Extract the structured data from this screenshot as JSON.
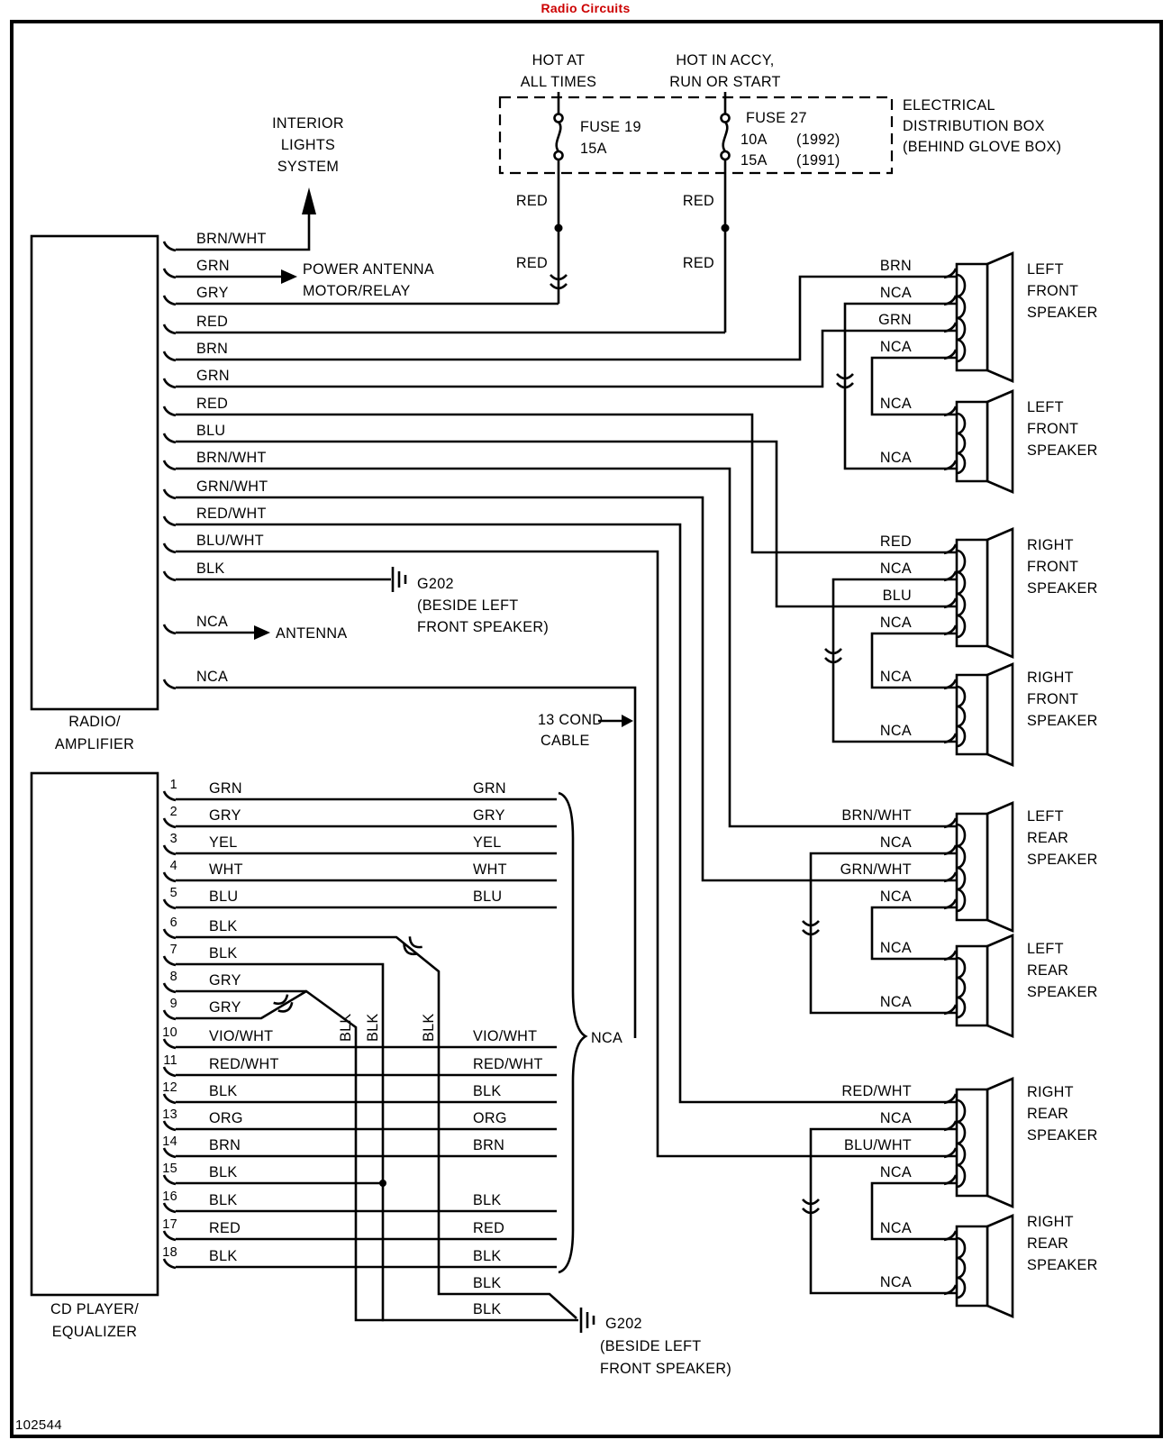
{
  "title": "Radio Circuits",
  "footer_code": "102544",
  "colors": {
    "title_red": "#cc0000",
    "line": "#000000",
    "background": "#ffffff"
  },
  "power": {
    "hot_left": [
      "HOT AT",
      "ALL TIMES"
    ],
    "hot_right": [
      "HOT IN ACCY,",
      "RUN OR START"
    ],
    "fuse_left": {
      "name": "FUSE 19",
      "rating": "15A"
    },
    "fuse_right": {
      "name": "FUSE 27",
      "rating1": "10A",
      "year1": "(1992)",
      "rating2": "15A",
      "year2": "(1991)"
    },
    "dist_box": [
      "ELECTRICAL",
      "DISTRIBUTION BOX",
      "(BEHIND GLOVE BOX)"
    ],
    "red_labels": [
      "RED",
      "RED",
      "RED",
      "RED"
    ]
  },
  "interior_lights": [
    "INTERIOR",
    "LIGHTS",
    "SYSTEM"
  ],
  "power_antenna": [
    "POWER ANTENNA",
    "MOTOR/RELAY"
  ],
  "antenna_label": "ANTENNA",
  "radio": {
    "label": [
      "RADIO/",
      "AMPLIFIER"
    ],
    "wires": [
      "BRN/WHT",
      "GRN",
      "GRY",
      "RED",
      "BRN",
      "GRN",
      "RED",
      "BLU",
      "BRN/WHT",
      "GRN/WHT",
      "RED/WHT",
      "BLU/WHT",
      "BLK",
      "NCA",
      "NCA"
    ]
  },
  "ground_top": {
    "name": "G202",
    "location": [
      "(BESIDE LEFT",
      "FRONT SPEAKER)"
    ]
  },
  "ground_bottom": {
    "name": "G202",
    "location": [
      "(BESIDE LEFT",
      "FRONT SPEAKER)"
    ]
  },
  "cable": {
    "label": [
      "13 COND",
      "CABLE"
    ],
    "nca": "NCA"
  },
  "cd": {
    "label": [
      "CD PLAYER/",
      "EQUALIZER"
    ],
    "pins": [
      {
        "n": "1",
        "l": "GRN",
        "r": "GRN"
      },
      {
        "n": "2",
        "l": "GRY",
        "r": "GRY"
      },
      {
        "n": "3",
        "l": "YEL",
        "r": "YEL"
      },
      {
        "n": "4",
        "l": "WHT",
        "r": "WHT"
      },
      {
        "n": "5",
        "l": "BLU",
        "r": "BLU"
      },
      {
        "n": "6",
        "l": "BLK"
      },
      {
        "n": "7",
        "l": "BLK"
      },
      {
        "n": "8",
        "l": "GRY"
      },
      {
        "n": "9",
        "l": "GRY"
      },
      {
        "n": "10",
        "l": "VIO/WHT",
        "r": "VIO/WHT"
      },
      {
        "n": "11",
        "l": "RED/WHT",
        "r": "RED/WHT"
      },
      {
        "n": "12",
        "l": "BLK",
        "r": "BLK"
      },
      {
        "n": "13",
        "l": "ORG",
        "r": "ORG"
      },
      {
        "n": "14",
        "l": "BRN",
        "r": "BRN"
      },
      {
        "n": "15",
        "l": "BLK"
      },
      {
        "n": "16",
        "l": "BLK",
        "r": "BLK"
      },
      {
        "n": "17",
        "l": "RED",
        "r": "RED"
      },
      {
        "n": "18",
        "l": "BLK",
        "r": "BLK"
      }
    ],
    "extra": [
      "BLK",
      "BLK"
    ],
    "shields": [
      "BLK",
      "BLK",
      "BLK"
    ]
  },
  "speakers": [
    {
      "lines": [
        "LEFT",
        "FRONT",
        "SPEAKER"
      ],
      "wires": [
        "BRN",
        "NCA",
        "GRN",
        "NCA"
      ]
    },
    {
      "lines": [
        "LEFT",
        "FRONT",
        "SPEAKER"
      ],
      "wires": [
        "NCA",
        "NCA"
      ]
    },
    {
      "lines": [
        "RIGHT",
        "FRONT",
        "SPEAKER"
      ],
      "wires": [
        "RED",
        "NCA",
        "BLU",
        "NCA"
      ]
    },
    {
      "lines": [
        "RIGHT",
        "FRONT",
        "SPEAKER"
      ],
      "wires": [
        "NCA",
        "NCA"
      ]
    },
    {
      "lines": [
        "LEFT",
        "REAR",
        "SPEAKER"
      ],
      "wires": [
        "BRN/WHT",
        "NCA",
        "GRN/WHT",
        "NCA"
      ]
    },
    {
      "lines": [
        "LEFT",
        "REAR",
        "SPEAKER"
      ],
      "wires": [
        "NCA",
        "NCA"
      ]
    },
    {
      "lines": [
        "RIGHT",
        "REAR",
        "SPEAKER"
      ],
      "wires": [
        "RED/WHT",
        "NCA",
        "BLU/WHT",
        "NCA"
      ]
    },
    {
      "lines": [
        "RIGHT",
        "REAR",
        "SPEAKER"
      ],
      "wires": [
        "NCA",
        "NCA"
      ]
    }
  ]
}
